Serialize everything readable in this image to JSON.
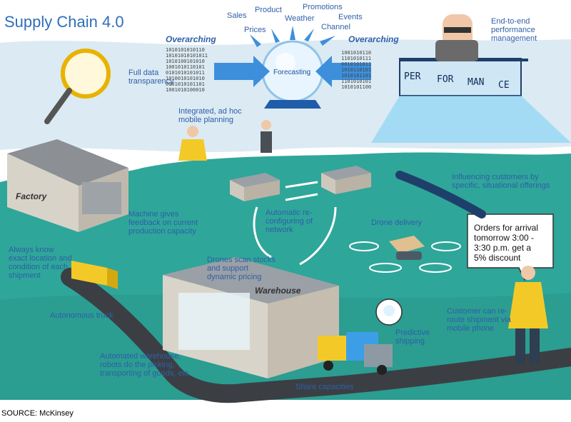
{
  "title": "Supply Chain 4.0",
  "overarching_left": "Overarching",
  "overarching_right": "Overarching",
  "forecast_inputs": {
    "sales": "Sales",
    "product": "Product",
    "prices": "Prices",
    "weather": "Weather",
    "promotions": "Promotions",
    "events": "Events",
    "channel": "Channel"
  },
  "forecasting": "Forecasting",
  "full_data_transparency": "Full data\ntransparency",
  "end_to_end": "End-to-end\nperformance\nmanagement",
  "performance_segments": [
    "PER",
    "FOR",
    "MAN",
    "CE"
  ],
  "integrated_planning": "Integrated, ad hoc\nmobile planning",
  "factory": "Factory",
  "machine_feedback": "Machine gives\nfeedback on current\nproduction capacity",
  "automatic_reconfig": "Automatic re-\nconfiguring of\nnetwork",
  "influencing": "Influencing customers by\nspecific, situational offerings",
  "drone_delivery": "Drone delivery",
  "offer_bubble": "Orders for arrival\ntomorrow 3:00 -\n3:30 p.m. get a\n5% discount",
  "always_know": "Always know\nexact location and\ncondition of each\nshipment",
  "drones_scan": "Drones scan stocks\nand support\ndynamic pricing",
  "warehouse": "Warehouse",
  "autonomous_truck": "Autonomous truck",
  "predictive_shipping": "Predictive\nshipping",
  "customer_reroute": "Customer can re-\nroute shipment via\nmobile phone",
  "automated_warehouse": "Automated warehouse,\nrobots do the picking,\ntransporting of goods, etc.",
  "share_capacities": "Share capacities",
  "source": "SOURCE: McKinsey",
  "binary_left": [
    "1010101010110",
    "10101010101011",
    "1010100101010",
    "1001010110101",
    "0101010101011",
    "1010010101010",
    "0001010101101",
    "1001010100010"
  ],
  "binary_right": [
    "1001010110",
    "1101010111",
    "0010101011",
    "1010110101",
    "1010101101",
    "1101010101",
    "1010101100"
  ],
  "colors": {
    "teal": "#2fa69a",
    "sky": "#d9ecf7",
    "label_blue": "#2f5fa8",
    "yellow": "#f3c928",
    "road": "#3b3f44"
  }
}
